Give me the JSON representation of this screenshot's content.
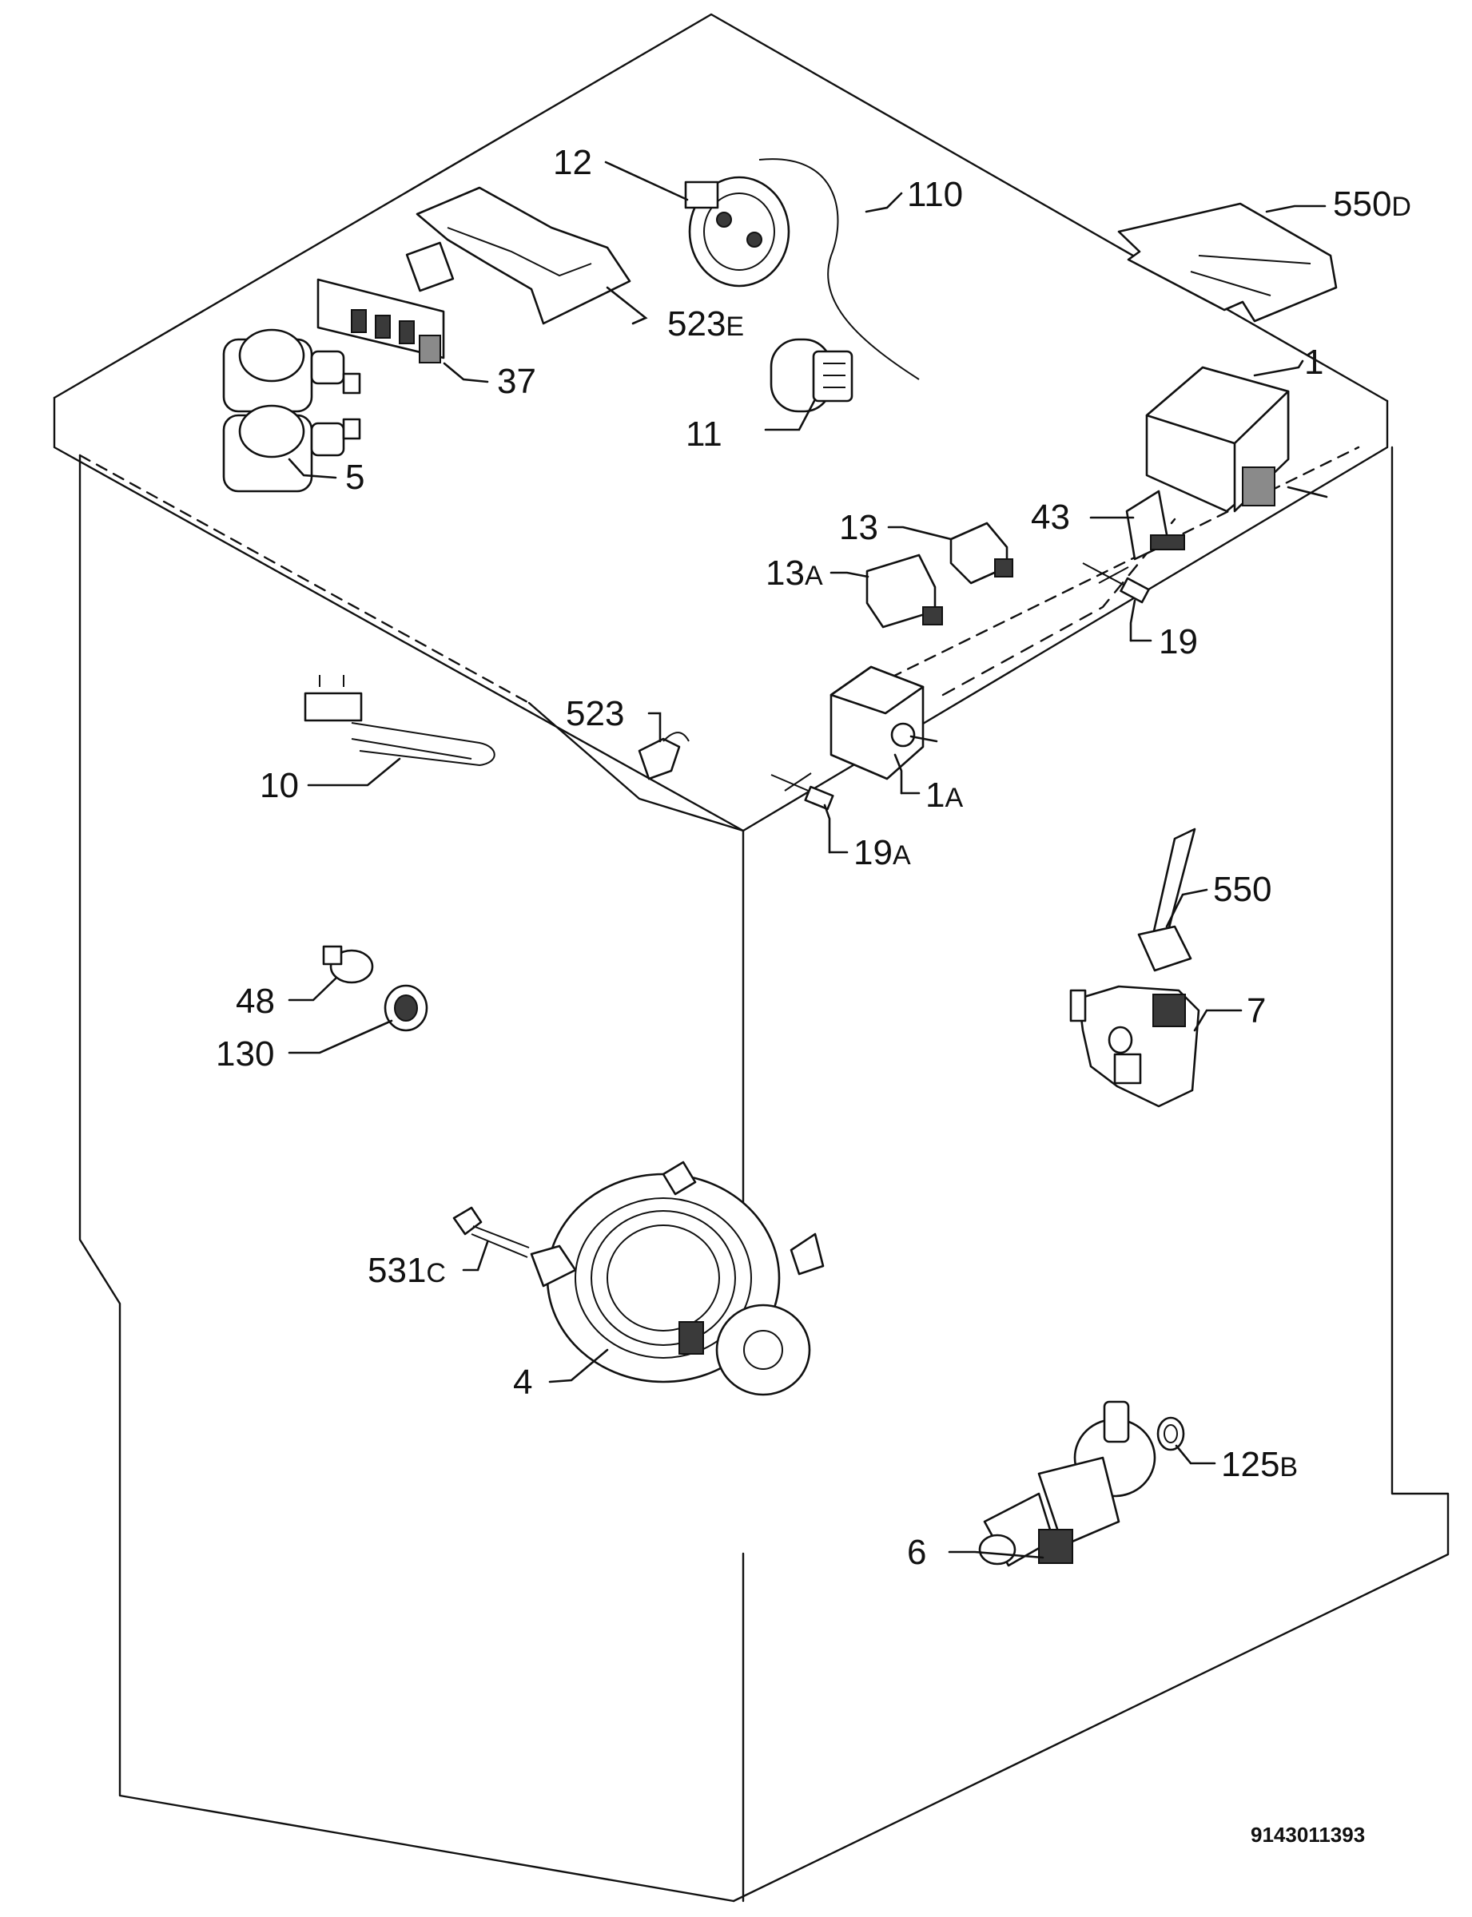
{
  "callouts": {
    "c12": {
      "num": "12",
      "suf": ""
    },
    "c110": {
      "num": "110",
      "suf": ""
    },
    "c550d": {
      "num": "550",
      "suf": "D"
    },
    "c523e": {
      "num": "523",
      "suf": "E"
    },
    "c37": {
      "num": "37",
      "suf": ""
    },
    "c11": {
      "num": "11",
      "suf": ""
    },
    "c5": {
      "num": "5",
      "suf": ""
    },
    "c1": {
      "num": "1",
      "suf": ""
    },
    "c43": {
      "num": "43",
      "suf": ""
    },
    "c13": {
      "num": "13",
      "suf": ""
    },
    "c13a": {
      "num": "13",
      "suf": "A"
    },
    "c19": {
      "num": "19",
      "suf": ""
    },
    "c523": {
      "num": "523",
      "suf": ""
    },
    "c10": {
      "num": "10",
      "suf": ""
    },
    "c1a": {
      "num": "1",
      "suf": "A"
    },
    "c19a": {
      "num": "19",
      "suf": "A"
    },
    "c550": {
      "num": "550",
      "suf": ""
    },
    "c48": {
      "num": "48",
      "suf": ""
    },
    "c7": {
      "num": "7",
      "suf": ""
    },
    "c130": {
      "num": "130",
      "suf": ""
    },
    "c531c": {
      "num": "531",
      "suf": "C"
    },
    "c4": {
      "num": "4",
      "suf": ""
    },
    "c125b": {
      "num": "125",
      "suf": "B"
    },
    "c6": {
      "num": "6",
      "suf": ""
    }
  },
  "drawing_number": "9143011393"
}
